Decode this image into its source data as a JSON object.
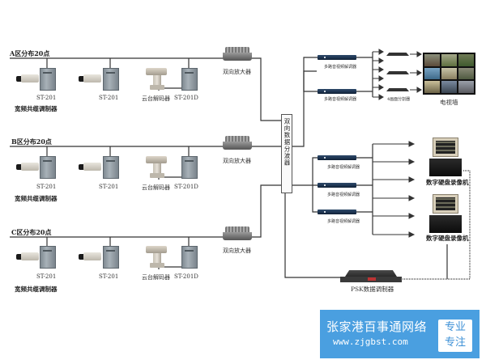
{
  "zones": [
    {
      "title": "A区分布20点",
      "items": [
        "ST-201",
        "ST-201",
        "云台解码器",
        "ST-201D"
      ],
      "modulator_label": "宽频共缆调制器",
      "amplifier_label": "双向放大器"
    },
    {
      "title": "B区分布20点",
      "items": [
        "ST-201",
        "ST-201",
        "云台解码器",
        "ST-201D"
      ],
      "modulator_label": "宽频共缆调制器",
      "amplifier_label": "双向放大器"
    },
    {
      "title": "C区分布20点",
      "items": [
        "ST-201",
        "ST-201",
        "云台解码器",
        "ST-201D"
      ],
      "modulator_label": "宽频共缆调制器",
      "amplifier_label": "双向放大器"
    }
  ],
  "splitter": {
    "label": "双向数据分波器"
  },
  "upper_branch": {
    "demodulators": [
      "多路音视频解调器",
      "多路音视频解调器"
    ],
    "quad_splitter_label": "4画面分割器",
    "tv_wall_label": "电视墙"
  },
  "lower_branch": {
    "demodulators": [
      "多路音视频解调器",
      "多路音视频解调器",
      "多路音视频解调器"
    ],
    "dvr_labels": [
      "数字硬盘录像机",
      "数字硬盘录像机"
    ]
  },
  "psk": {
    "label": "PSK数据调制器"
  },
  "colors": {
    "wire": "#333333",
    "brand_bg": "#4a9fe0",
    "brand_text": "#ffffff",
    "tag_text": "#3b8fd6"
  },
  "brand": {
    "name": "张家港百事通网络",
    "url": "www.zjgbst.com",
    "tag_line1": "专业",
    "tag_line2": "专注"
  }
}
